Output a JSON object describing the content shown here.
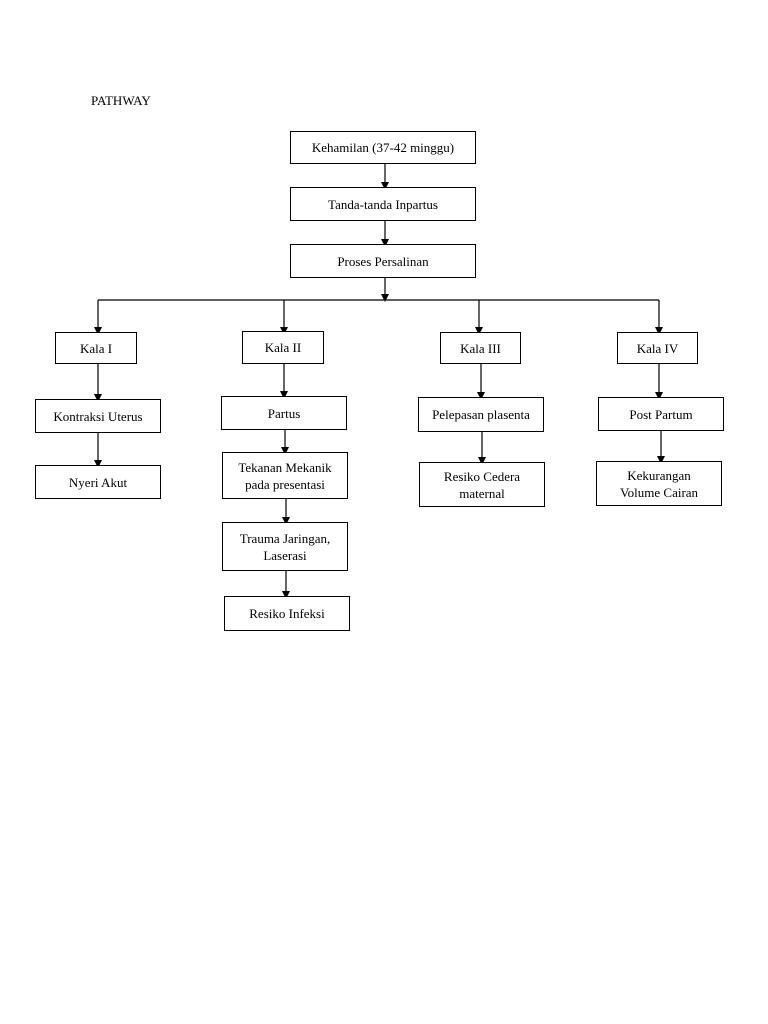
{
  "heading": "PATHWAY",
  "nodes": {
    "kehamilan": "Kehamilan (37-42 minggu)",
    "tanda": "Tanda-tanda Inpartus",
    "proses": "Proses Persalinan",
    "kala1": "Kala I",
    "kala2": "Kala II",
    "kala3": "Kala III",
    "kala4": "Kala IV",
    "kontraksi": "Kontraksi Uterus",
    "nyeri": "Nyeri Akut",
    "partus": "Partus",
    "tekanan": "Tekanan Mekanik\npada presentasi",
    "trauma": "Trauma Jaringan,\nLaserasi",
    "infeksi": "Resiko Infeksi",
    "pelepasan": "Pelepasan plasenta",
    "cedera": "Resiko Cedera\nmaternal",
    "postpartum": "Post Partum",
    "cairan": "Kekurangan\nVolume Cairan"
  },
  "colors": {
    "line": "#000000",
    "box_border": "#000000",
    "background": "#ffffff"
  }
}
